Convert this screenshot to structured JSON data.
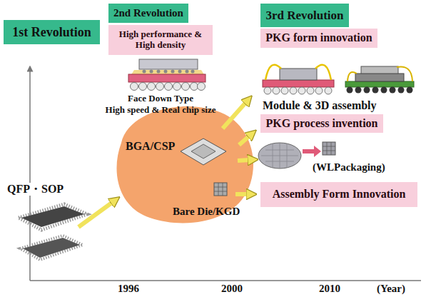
{
  "diagram": {
    "nodes": [
      {
        "text": [
          "1st Revolution"
        ]
      },
      {
        "text": [
          "2nd Revolution"
        ]
      },
      {
        "text": [
          "High performance & High density"
        ]
      },
      {
        "text": [
          "3rd Revolution"
        ]
      },
      {
        "text": [
          "PKG form innovation"
        ]
      },
      {
        "text": [
          "PKG process invention"
        ]
      },
      {
        "text": [
          "Assembly Form Innovation"
        ]
      },
      {
        "text": [
          "BGA/CSP",
          "Bare Die/KGD"
        ]
      }
    ],
    "labels": [
      "Face Down Type",
      "High speed & Real chip size",
      "Module & 3D assembly",
      "(WLPackaging)",
      "QFP・SOP",
      "1996",
      "2000",
      "2010",
      "(Year)"
    ]
  }
}
